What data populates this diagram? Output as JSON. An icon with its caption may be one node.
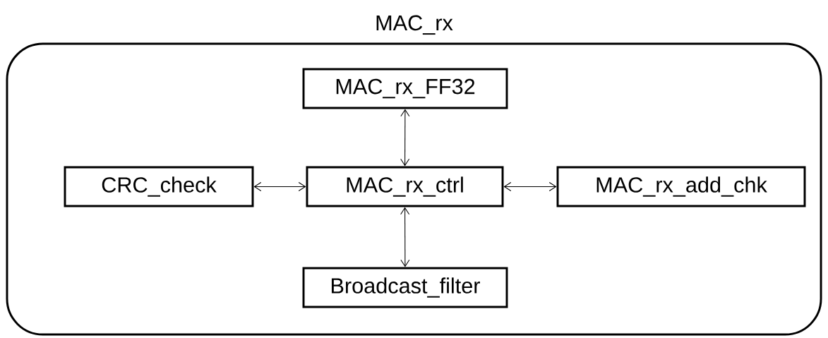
{
  "diagram": {
    "nodes": [
      {
        "text": [
          "MAC_rx"
        ]
      },
      {
        "text": [
          "MAC_rx_FF32"
        ],
        "in": 0
      },
      {
        "text": [
          "CRC_check"
        ],
        "in": 0
      },
      {
        "text": [
          "MAC_rx_ctrl"
        ],
        "in": 0
      },
      {
        "text": [
          "MAC_rx_add_chk"
        ],
        "in": 0
      },
      {
        "text": [
          "Broadcast_filter"
        ],
        "in": 0
      }
    ],
    "edges": [
      {
        "from": 3,
        "to": 1,
        "arrow": "both"
      },
      {
        "from": 2,
        "to": 3,
        "arrow": "both"
      },
      {
        "from": 3,
        "to": 4,
        "arrow": "both"
      },
      {
        "from": 3,
        "to": 5,
        "arrow": "both"
      }
    ]
  }
}
